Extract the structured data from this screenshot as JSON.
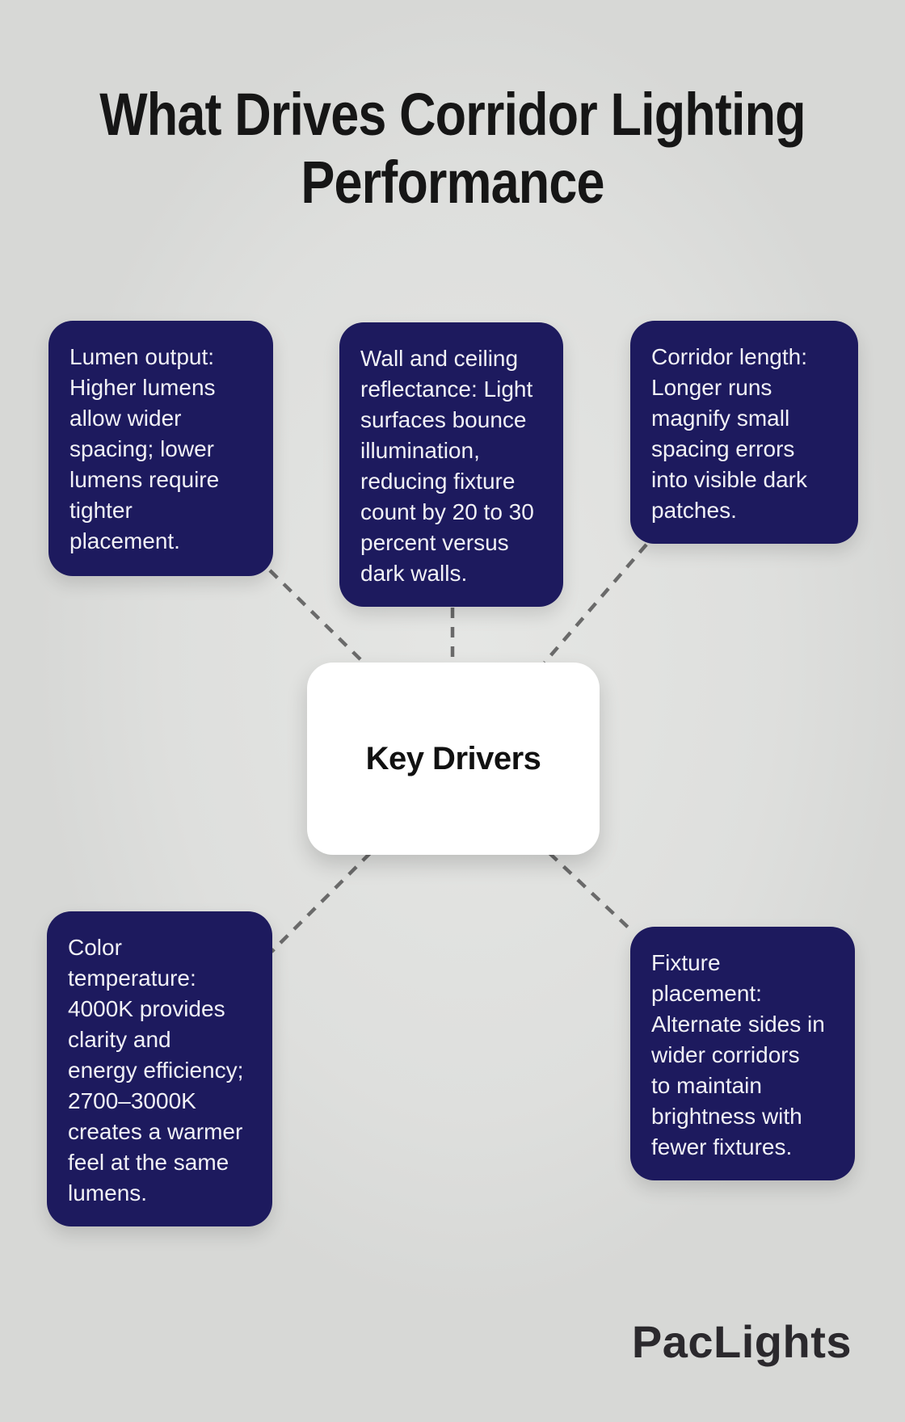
{
  "title": {
    "line1": "What Drives Corridor Lighting",
    "line2": "Performance"
  },
  "center_card": {
    "label": "Key Drivers"
  },
  "driver_cards": [
    {
      "name": "lumen-output",
      "text": "Lumen output:\nHigher lumens\nallow wider\nspacing; lower\nlumens require\ntighter\nplacement."
    },
    {
      "name": "wall-ceiling-reflectance",
      "text": "Wall and ceiling\nreflectance: Light\nsurfaces bounce\nillumination,\nreducing fixture\ncount by 20 to 30\npercent versus\ndark walls."
    },
    {
      "name": "corridor-length",
      "text": "Corridor length:\nLonger runs\nmagnify small\nspacing errors\ninto visible dark\npatches."
    },
    {
      "name": "color-temperature",
      "text": "Color\ntemperature:\n4000K provides\nclarity and\nenergy efficiency;\n2700–3000K\ncreates a warmer\nfeel at the same\nlumens."
    },
    {
      "name": "fixture-placement",
      "text": "Fixture\nplacement:\nAlternate sides in\nwider corridors\nto maintain\nbrightness with\nfewer fixtures."
    }
  ],
  "branding": {
    "logo": "PacLights"
  },
  "colors": {
    "background": "#dedfdd",
    "background_hi": "#e5e6e4",
    "background_lo": "#d7d8d6",
    "card": "#1d1a5e",
    "card_text": "#f1f1f6",
    "center_card": "#ffffff",
    "center_text": "#111111",
    "connector": "#6a6a6a",
    "title_text": "#161616",
    "logo_text": "#2b292d"
  }
}
